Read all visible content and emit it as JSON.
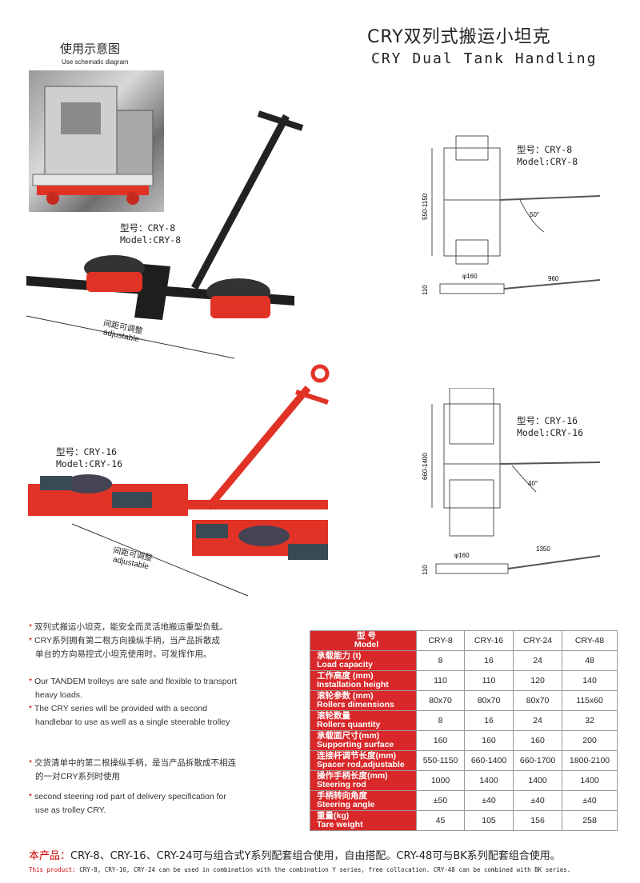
{
  "header": {
    "title_cn": "CRY双列式搬运小坦克",
    "title_en": "CRY Dual Tank Handling"
  },
  "schematic": {
    "label_cn": "使用示意图",
    "label_en": "Use schematic diagram"
  },
  "products": [
    {
      "model_cn": "型号：CRY-8",
      "model_en": "Model:CRY-8",
      "adjust_cn": "间距可调整",
      "adjust_en": "adjustable"
    },
    {
      "model_cn": "型号：CRY-16",
      "model_en": "Model:CRY-16",
      "adjust_cn": "间距可调整",
      "adjust_en": "adjustable"
    }
  ],
  "drawings": [
    {
      "model_cn": "型号：CRY-8",
      "model_en": "Model:CRY-8",
      "height": "550-1150",
      "angle": "50°",
      "wheel": "φ160",
      "length": "960",
      "side_h": "110"
    },
    {
      "model_cn": "型号：CRY-16",
      "model_en": "Model:CRY-16",
      "height": "660-1400",
      "angle": "40°",
      "wheel": "φ160",
      "length": "1350",
      "side_h": "110"
    }
  ],
  "notes": [
    "双列式搬运小坦克，能安全而灵活地搬运重型负载。",
    "CRY系列拥有第二根方向操纵手柄，当产品拆散成",
    "单台的方向易控式小坦克使用时，可发挥作用。",
    "Our TANDEM trolleys are safe and flexible to transport",
    "heavy loads.",
    "The CRY series  will be provided with a second",
    "handlebar to use as well as a single steerable trolley",
    "交货清单中的第二根操纵手柄，是当产品拆散成不相连",
    "的一对CRY系列时使用",
    "second steering rod part of delivery specification for",
    "use as trolley CRY."
  ],
  "spec_table": {
    "header": {
      "cn": "型 号",
      "en": "Model",
      "models": [
        "CRY-8",
        "CRY-16",
        "CRY-24",
        "CRY-48"
      ]
    },
    "rows": [
      {
        "cn": "承载能力 (t)",
        "en": "Load capacity",
        "values": [
          "8",
          "16",
          "24",
          "48"
        ]
      },
      {
        "cn": "工作高度 (mm)",
        "en": "Installation height",
        "values": [
          "110",
          "110",
          "120",
          "140"
        ]
      },
      {
        "cn": "滚轮参数 (mm)",
        "en": "Rollers dimensions",
        "values": [
          "80x70",
          "80x70",
          "80x70",
          "115x60"
        ]
      },
      {
        "cn": "滚轮数量",
        "en": "Rollers quantity",
        "values": [
          "8",
          "16",
          "24",
          "32"
        ]
      },
      {
        "cn": "承载面尺寸(mm)",
        "en": "Supporting surface",
        "values": [
          "160",
          "160",
          "160",
          "200"
        ]
      },
      {
        "cn": "连接杆调节长度(mm)",
        "en": "Spacer rod,adjustable",
        "values": [
          "550-1150",
          "660-1400",
          "660-1700",
          "1800-2100"
        ]
      },
      {
        "cn": "操作手柄长度(mm)",
        "en": "Steering rod",
        "values": [
          "1000",
          "1400",
          "1400",
          "1400"
        ]
      },
      {
        "cn": "手柄转向角度",
        "en": "Steering angle",
        "values": [
          "±50",
          "±40",
          "±40",
          "±40"
        ]
      },
      {
        "cn": "重量(kg)",
        "en": "Tare weight",
        "values": [
          "45",
          "105",
          "156",
          "258"
        ]
      }
    ]
  },
  "footer": {
    "label_cn": "本产品：",
    "text_cn": "CRY-8、CRY-16、CRY-24可与组合式Y系列配套组合使用，自由搭配。CRY-48可与BK系列配套组合使用。",
    "label_en": "This product:",
    "text_en": " CRY-8, CRY-16, CRY-24 can be used in combination with the combination Y series, free collocation. CRY-48 can be combined with BK series."
  },
  "colors": {
    "accent_red": "#d8282a",
    "product_red": "#e03326",
    "frame_dark": "#222222"
  }
}
